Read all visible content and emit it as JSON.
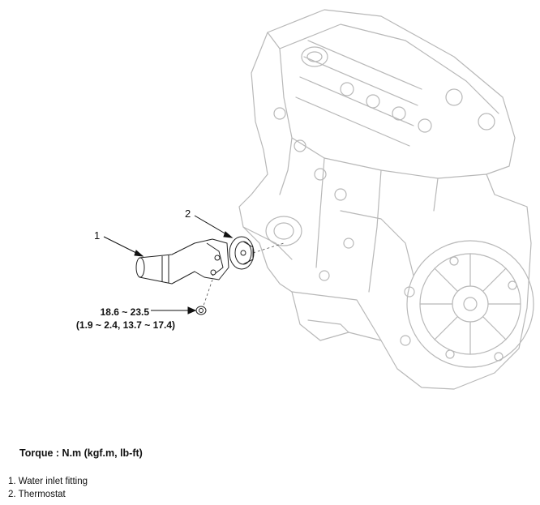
{
  "callouts": {
    "one": "1",
    "two": "2"
  },
  "torque_spec": {
    "line1": "18.6 ~ 23.5",
    "line2": "(1.9 ~ 2.4, 13.7 ~ 17.4)"
  },
  "torque_heading": "Torque : N.m (kgf.m, lb-ft)",
  "legend": [
    "1. Water inlet fitting",
    "2. Thermostat"
  ]
}
